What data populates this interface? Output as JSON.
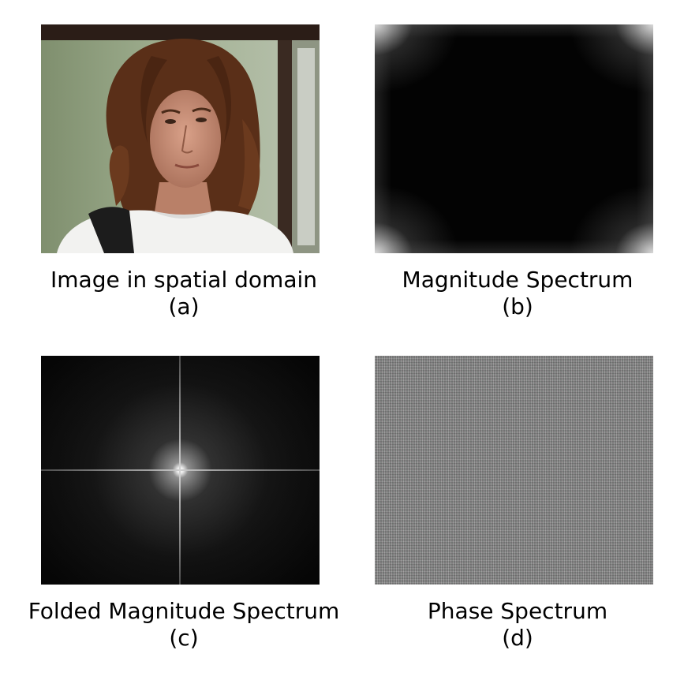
{
  "panels": [
    {
      "id": "a",
      "caption": "Image in spatial domain",
      "letter": "(a)",
      "content": "portrait-photo"
    },
    {
      "id": "b",
      "caption": "Magnitude Spectrum",
      "letter": "(b)",
      "content": "magnitude-spectrum"
    },
    {
      "id": "c",
      "caption": "Folded Magnitude Spectrum",
      "letter": "(c)",
      "content": "folded-magnitude-spectrum"
    },
    {
      "id": "d",
      "caption": "Phase Spectrum",
      "letter": "(d)",
      "content": "phase-spectrum"
    }
  ],
  "colors": {
    "background": "#ffffff",
    "text": "#000000",
    "photo_wall": "#9aa88a",
    "photo_hair": "#5a2f18",
    "photo_skin": "#c98e74",
    "photo_shirt": "#f2f2f0",
    "spectrum_dark": "#030303",
    "phase_gray": "#8a8a8a"
  }
}
